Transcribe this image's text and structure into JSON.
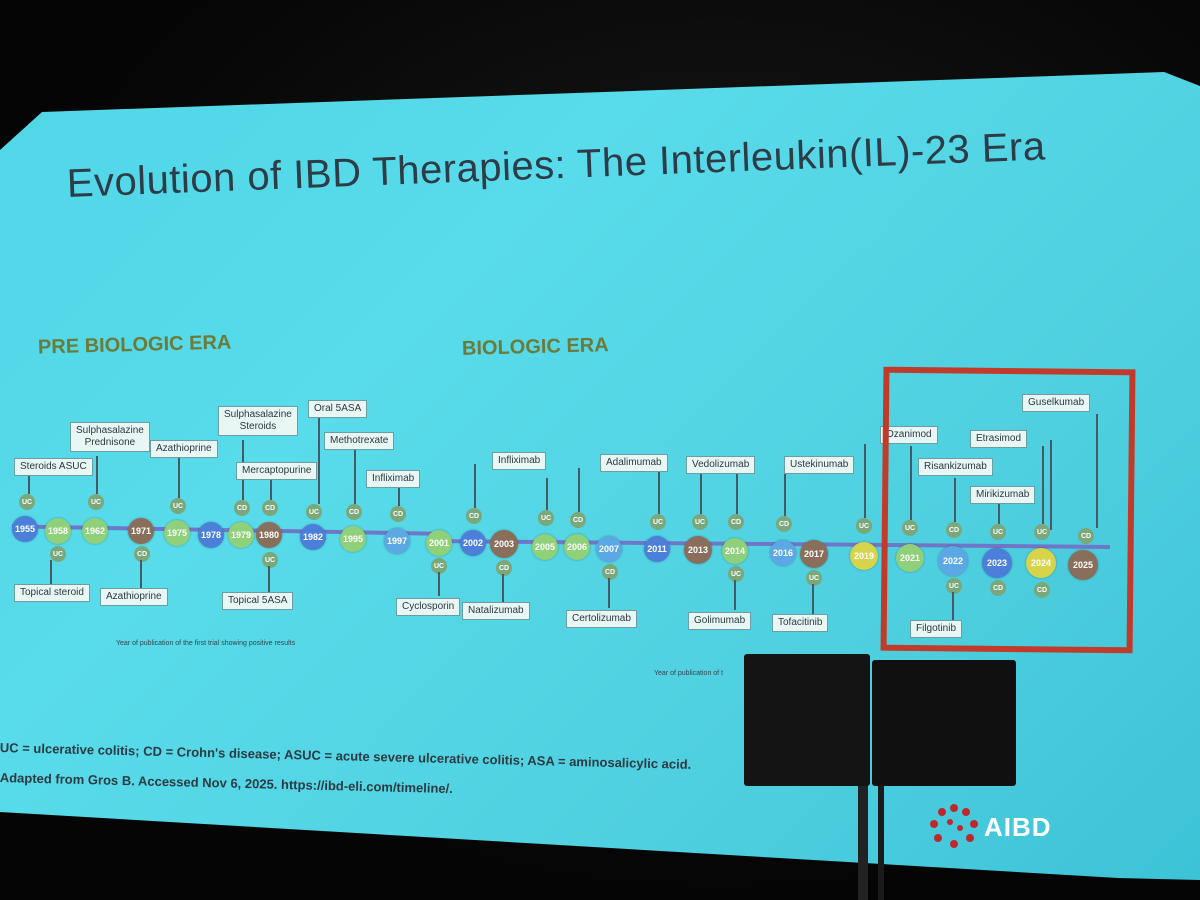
{
  "slide": {
    "title": "Evolution of IBD Therapies: The Interleukin(IL)-23 Era",
    "pre_era": "PRE BIOLOGIC ERA",
    "bio_era": "BIOLOGIC ERA",
    "footnote_1": "UC = ulcerative colitis; CD = Crohn's disease; ASUC = acute severe ulcerative colitis; ASA = aminosalicylic acid.",
    "footnote_2": "Adapted from Gros B. Accessed Nov 6, 2025. https://ibd-eli.com/timeline/.",
    "caption_1": "Year of publication of the first trial showing positive results",
    "caption_2": "Year of publication of t",
    "logo": "AIBD"
  },
  "years": [
    "1955",
    "1958",
    "1962",
    "1971",
    "1975",
    "1978",
    "1979",
    "1980",
    "1982",
    "1995",
    "1997",
    "2001",
    "2002",
    "2003",
    "2005",
    "2006",
    "2007",
    "2011",
    "2013",
    "2014",
    "2016",
    "2017",
    "2019",
    "2021",
    "2022",
    "2023",
    "2024",
    "2025"
  ],
  "top_drugs": [
    "Steroids ASUC",
    "Sulphasalazine",
    "Prednisone",
    "Azathioprine",
    "Sulphasalazine",
    "Steroids",
    "Mercaptopurine",
    "Oral 5ASA",
    "Methotrexate",
    "Infliximab",
    "Infliximab",
    "Adalimumab",
    "Vedolizumab",
    "Ustekinumab",
    "Ozanimod",
    "Etrasimod",
    "Risankizumab",
    "Mirikizumab",
    "Guselkumab"
  ],
  "bottom_drugs": [
    "Topical steroid",
    "Azathioprine",
    "Topical 5ASA",
    "Cyclosporin",
    "Natalizumab",
    "Certolizumab",
    "Golimumab",
    "Tofacitinib",
    "Filgotinib"
  ],
  "tags": {
    "uc": "UC",
    "cd": "CD"
  }
}
